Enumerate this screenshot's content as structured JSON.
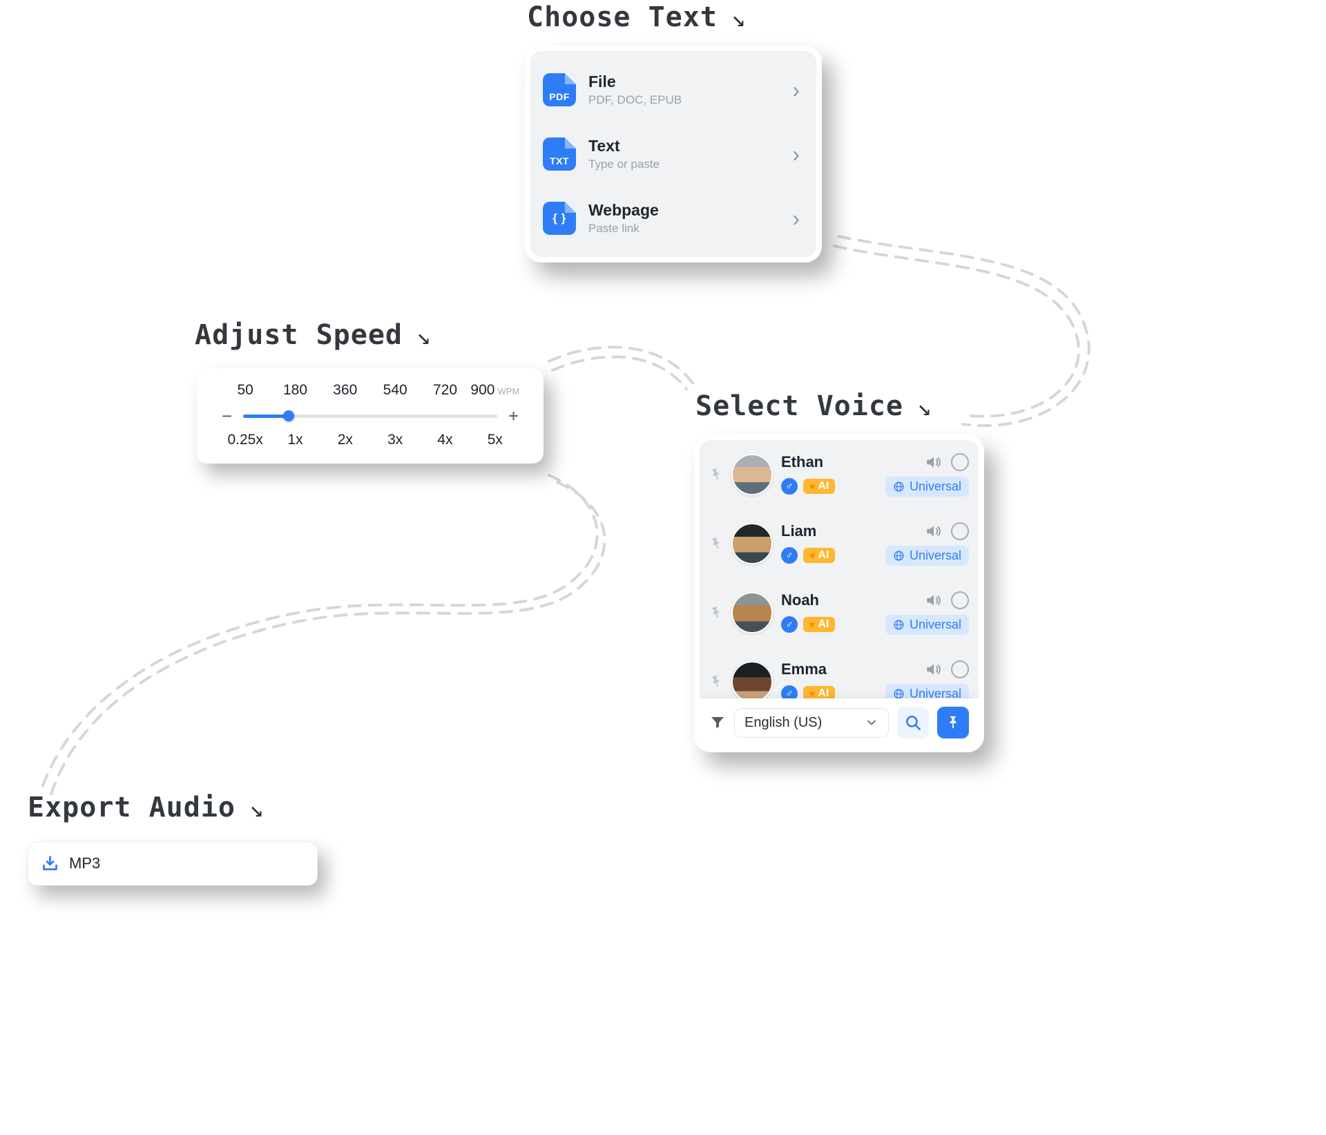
{
  "choose_text": {
    "title": "Choose Text",
    "arrow": "↘",
    "chevron": "›",
    "items": [
      {
        "badge": "PDF",
        "title": "File",
        "subtitle": "PDF, DOC, EPUB"
      },
      {
        "badge": "TXT",
        "title": "Text",
        "subtitle": "Type or paste"
      },
      {
        "badge": "{ }",
        "title": "Webpage",
        "subtitle": "Paste link"
      }
    ]
  },
  "adjust_speed": {
    "title": "Adjust Speed",
    "arrow": "↘",
    "minus": "−",
    "plus": "+",
    "wpm_unit": "WPM",
    "wpm_values": [
      "50",
      "180",
      "360",
      "540",
      "720",
      "900"
    ],
    "multipliers": [
      "0.25x",
      "1x",
      "2x",
      "3x",
      "4x",
      "5x"
    ],
    "current_wpm": "180",
    "current_multiplier": "1x",
    "slider_percent": 18
  },
  "select_voice": {
    "title": "Select Voice",
    "arrow": "↘",
    "gender_symbol": "♂",
    "ai_heart": "♥",
    "ai_label": "AI",
    "universal_label": "Universal",
    "language": "English (US)",
    "voices": [
      {
        "name": "Ethan"
      },
      {
        "name": "Liam"
      },
      {
        "name": "Noah"
      },
      {
        "name": "Emma"
      }
    ]
  },
  "export_audio": {
    "title": "Export Audio",
    "arrow": "↘",
    "format": "MP3"
  },
  "colors": {
    "accent_blue": "#2e7df6",
    "ai_badge_orange": "#ffb730",
    "universal_bg": "#d7e7fd",
    "panel_gray": "#f0f2f4",
    "connector_gray": "#d4d7da"
  }
}
